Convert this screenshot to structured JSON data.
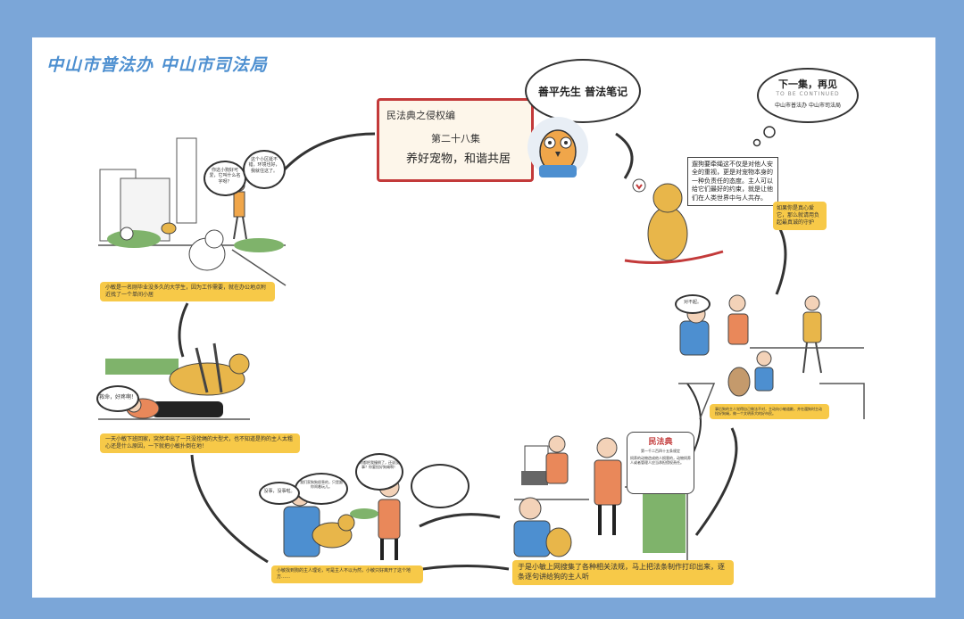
{
  "publisher": "中山市普法办 中山市司法局",
  "book": {
    "series": "民法典之侵权编",
    "episode": "第二十八集",
    "title": "养好宠物，和谐共居"
  },
  "mascot_bubble": "善平先生 普法笔记",
  "next_episode": {
    "line1": "下一集，再见",
    "line2": "TO BE CONTINUED",
    "line3": "中山市普法办 中山市司法局"
  },
  "panels": {
    "p1": {
      "caption": "小敏是一名刚毕业没多久的大学生，因为工作需要，就在办公地点附近找了一个单间小居",
      "bubble_left": "你这小狗好可爱，它叫什么名字呀？",
      "bubble_right": "这个小区挺不错，环境也好，我就住这了。"
    },
    "p2": {
      "caption": "一天小敏下班回家，突然冲出了一只没拴绳的大型犬，也不知道是狗的主人太粗心还是什么原因，一下就把小敏扑倒在地！",
      "bubble": "救命，好疼啊！"
    },
    "p3": {
      "caption": "小敏找到狗的主人理论，可是主人不以为然，小敏只好离开了这个地方……",
      "bubble_a": "我们家狗狗很乖的，只是跟你闹着玩儿。",
      "bubble_b": "没事，没事啦。",
      "bubble_c": "你都把我撞倒了，还说没事？你要拴好狗绳啊！"
    },
    "p4": {
      "caption": "于是小敏上网搜集了各种相关法规，马上把法条制作打印出来，逐条逐句讲给狗的主人听",
      "sign": "民法典",
      "sign_sub": "第一千二百四十五条规定",
      "law": "饲养的动物造成他人损害的，动物饲养人或者管理人应当承担侵权责任。"
    },
    "p5": {
      "caption": "事后狗的主人觉得自己做法不对，主动向小敏道歉，并在遛狗时主动拴好狗绳，做一个文明养犬的好市民。",
      "bubble": "对不起。"
    },
    "p6": {
      "text": "遛狗要牵绳这不仅是对他人安全的重视，更是对宠物本身的一种负责任的态度。主人可以给它们最好的约束，就是让他们在人类世界中与人共存。",
      "note": "如果你是真心爱它，那么就请用负起最真诚的守护"
    }
  },
  "colors": {
    "frame": "#7ba6d8",
    "accent_yellow": "#f7c948",
    "book_red": "#c33a3a",
    "publisher_blue": "#4d8fd0"
  }
}
